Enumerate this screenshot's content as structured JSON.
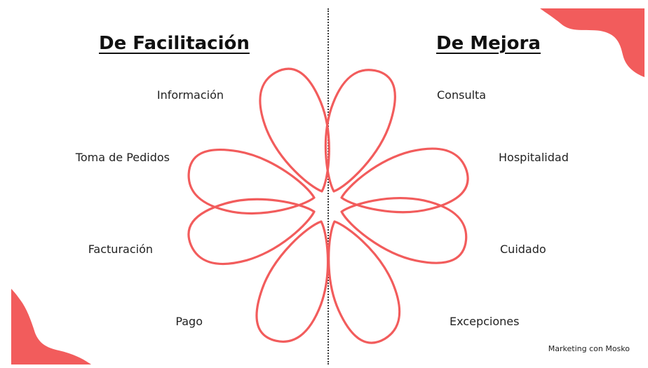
{
  "colors": {
    "accent": "#f25c5c",
    "divider": "#3a3a3a",
    "text": "#1f1f1f"
  },
  "headings": {
    "left": "De Facilitación",
    "right": "De Mejora"
  },
  "left_items": [
    "Información",
    "Toma de Pedidos",
    "Facturación",
    "Pago"
  ],
  "right_items": [
    "Consulta",
    "Hospitalidad",
    "Cuidado",
    "Excepciones"
  ],
  "credit": "Marketing con Mosko"
}
